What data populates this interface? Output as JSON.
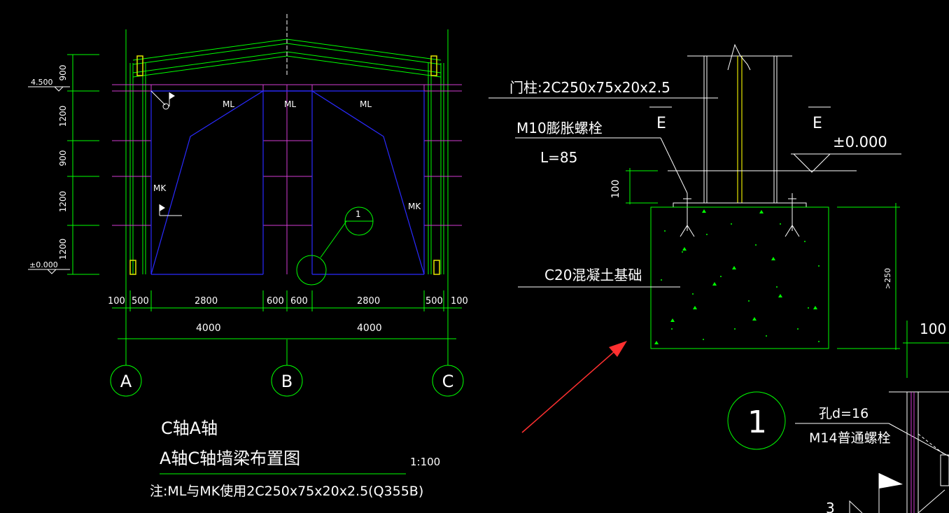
{
  "elevation": {
    "levels": [
      "4.500",
      "±0.000"
    ],
    "vertical_dims": [
      "900",
      "1200",
      "900",
      "1200",
      "1200"
    ],
    "horizontal_dims": [
      "100",
      "500",
      "2800",
      "600",
      "600",
      "2800",
      "500",
      "100"
    ],
    "bay_dims": [
      "4000",
      "4000"
    ],
    "beam_labels": [
      "ML",
      "ML",
      "ML"
    ],
    "post_labels": [
      "MK",
      "MK"
    ],
    "axes": [
      "A",
      "B",
      "C"
    ],
    "detail_callout": "1"
  },
  "titles": {
    "line1": "C轴A轴",
    "line2": "A轴C轴墙梁布置图",
    "scale": "1:100",
    "note": "注:ML与MK使用2C250x75x20x2.5(Q355B)"
  },
  "foundation_detail": {
    "post_label": "门柱:2C250x75x20x2.5",
    "bolt_label": "M10膨胀螺栓",
    "bolt_length": "L=85",
    "section_left": "E",
    "section_right": "E",
    "level": "±0.000",
    "dim_left": "100",
    "dim_right": ">250",
    "dim_bottom": "100",
    "concrete_label": "C20混凝土基础"
  },
  "detail_1": {
    "number": "1",
    "hole_label": "孔d=16",
    "bolt_label": "M14普通螺栓",
    "side_number": "3"
  },
  "colors": {
    "background": "#000000",
    "lines": "#00ff00",
    "text": "#ffffff",
    "grid": "#d23cd2",
    "beams": "#2a2aff",
    "arrow": "#ff3030"
  }
}
